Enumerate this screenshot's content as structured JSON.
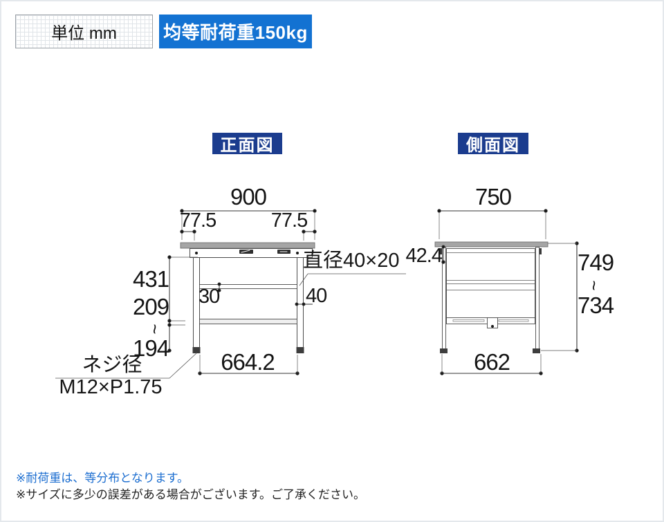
{
  "header": {
    "unit_label": "単位 mm",
    "load_capacity": "均等耐荷重150kg"
  },
  "views": {
    "front": {
      "label": "正面図",
      "dims": {
        "top_width": "900",
        "left_offset": "77.5",
        "right_offset": "77.5",
        "upper_height": "431",
        "lower_height_max": "209",
        "range_tilde": "~",
        "lower_height_min": "194",
        "rail_height": "30",
        "leg_width": "40",
        "pipe_label": "直径40×20",
        "bottom_width": "664.2",
        "screw_label_line1": "ネジ径",
        "screw_label_line2": "M12×P1.75"
      }
    },
    "side": {
      "label": "側面図",
      "dims": {
        "top_width": "750",
        "top_offset": "42.4",
        "height_max": "749",
        "range_tilde": "~",
        "height_min": "734",
        "bottom_width": "662"
      }
    }
  },
  "notes": [
    {
      "text": "※耐荷重は、等分布となります。"
    },
    {
      "text": "※サイズに多少の誤差がある場合がございます。ご了承ください。"
    }
  ],
  "colors": {
    "badge-blue": "#1372d2",
    "label-navy": "#1b3c8e",
    "note-blue": "#1c6ed0",
    "line-dark": "#3a3a3a",
    "tabletop-gray": "#a5a5a5"
  }
}
